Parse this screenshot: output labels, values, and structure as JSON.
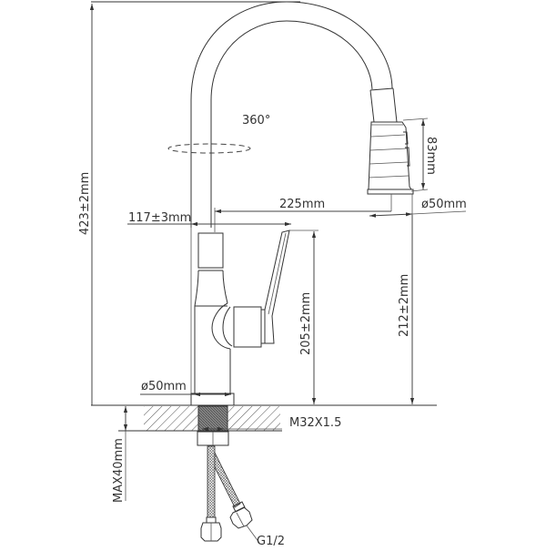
{
  "drawing": {
    "title": "Pull-out kitchen faucet technical drawing",
    "colors": {
      "line": "#333333",
      "background": "#ffffff",
      "hatch": "#555555",
      "hose": "#777777"
    },
    "dimensions": {
      "total_height": "423±2mm",
      "rotation": "360°",
      "head_length": "83mm",
      "head_diameter": "ø50mm",
      "spout_reach": "225mm",
      "handle_reach": "117±3mm",
      "spout_clearance": "212±2mm",
      "handle_height": "205±2mm",
      "base_diameter": "ø50mm",
      "thread": "M32X1.5",
      "max_deck_thickness": "MAX40mm",
      "hose_connection": "G1/2"
    }
  }
}
